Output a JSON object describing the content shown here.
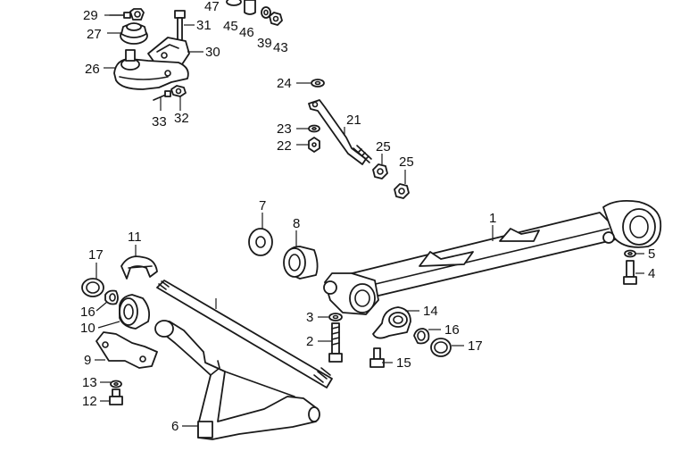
{
  "callouts": {
    "c1": "1",
    "c2": "2",
    "c3": "3",
    "c4": "4",
    "c5": "5",
    "c6": "6",
    "c7": "7",
    "c8": "8",
    "c9": "9",
    "c10": "10",
    "c11": "11",
    "c12": "12",
    "c13": "13",
    "c14": "14",
    "c15": "15",
    "c16a": "16",
    "c16b": "16",
    "c17a": "17",
    "c17b": "17",
    "c21": "21",
    "c22": "22",
    "c23": "23",
    "c24": "24",
    "c25a": "25",
    "c25b": "25",
    "c26": "26",
    "c27": "27",
    "c29": "29",
    "c30": "30",
    "c31": "31",
    "c32": "32",
    "c33": "33",
    "c39": "39",
    "c43": "43",
    "c45": "45",
    "c46": "46",
    "c47": "47"
  },
  "colors": {
    "ink": "#1a1a1a",
    "paper": "#ffffff"
  }
}
